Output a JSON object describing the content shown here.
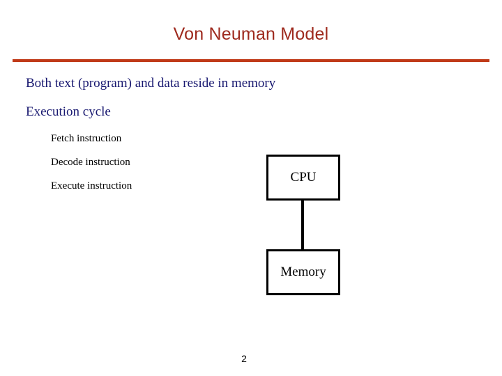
{
  "slide": {
    "title": "Von Neuman Model",
    "page_number": "2",
    "accent_color": "#c03a18",
    "title_color": "#9e2a1e",
    "body_color": "#181870",
    "subitem_color": "#000000"
  },
  "content": {
    "bullets": [
      {
        "level": 1,
        "text": "Both text (program) and data reside in memory"
      },
      {
        "level": 1,
        "text": "Execution cycle"
      },
      {
        "level": 2,
        "text": "Fetch instruction"
      },
      {
        "level": 2,
        "text": "Decode instruction"
      },
      {
        "level": 2,
        "text": "Execute instruction"
      }
    ]
  },
  "diagram": {
    "type": "block-diagram",
    "nodes": [
      {
        "id": "cpu",
        "label": "CPU"
      },
      {
        "id": "memory",
        "label": "Memory"
      }
    ],
    "edges": [
      {
        "from": "cpu",
        "to": "memory",
        "style": "solid-line"
      }
    ]
  }
}
